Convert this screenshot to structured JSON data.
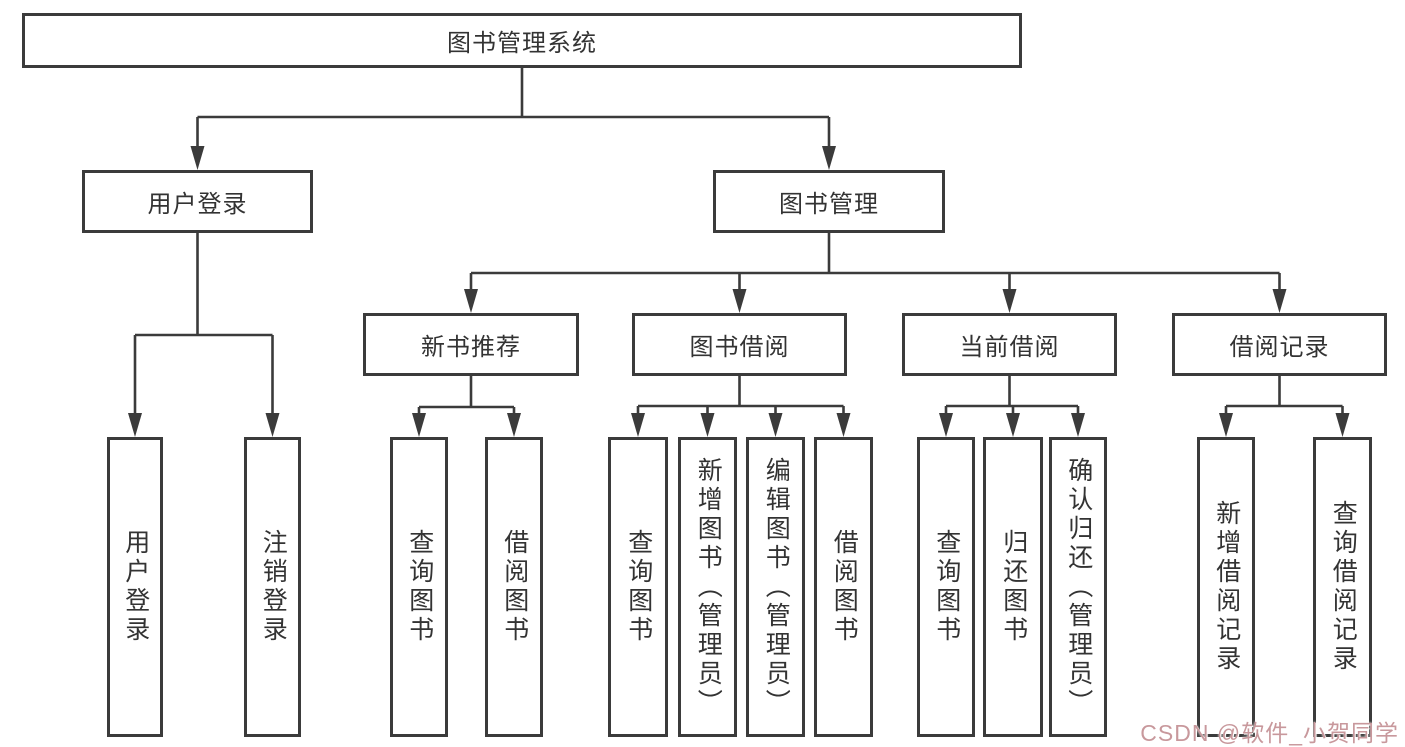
{
  "diagram": {
    "title": "图书管理系统",
    "level2": {
      "user_login": "用户登录",
      "book_management": "图书管理"
    },
    "level3": {
      "new_book_recommend": "新书推荐",
      "book_borrow": "图书借阅",
      "current_borrow": "当前借阅",
      "borrow_records": "借阅记录"
    },
    "leaves": {
      "user_login": [
        "用户登录",
        "注销登录"
      ],
      "new_book_recommend": [
        "查询图书",
        "借阅图书"
      ],
      "book_borrow": [
        "查询图书",
        "新增图书（管理员）",
        "编辑图书（管理员）",
        "借阅图书"
      ],
      "current_borrow": [
        "查询图书",
        "归还图书",
        "确认归还（管理员）"
      ],
      "borrow_records": [
        "新增借阅记录",
        "查询借阅记录"
      ]
    },
    "colors": {
      "line": "#3b3b3b",
      "text": "#333333",
      "watermark": "#c8989c"
    }
  },
  "watermark": {
    "text": "CSDN @软件_小贺同学"
  }
}
